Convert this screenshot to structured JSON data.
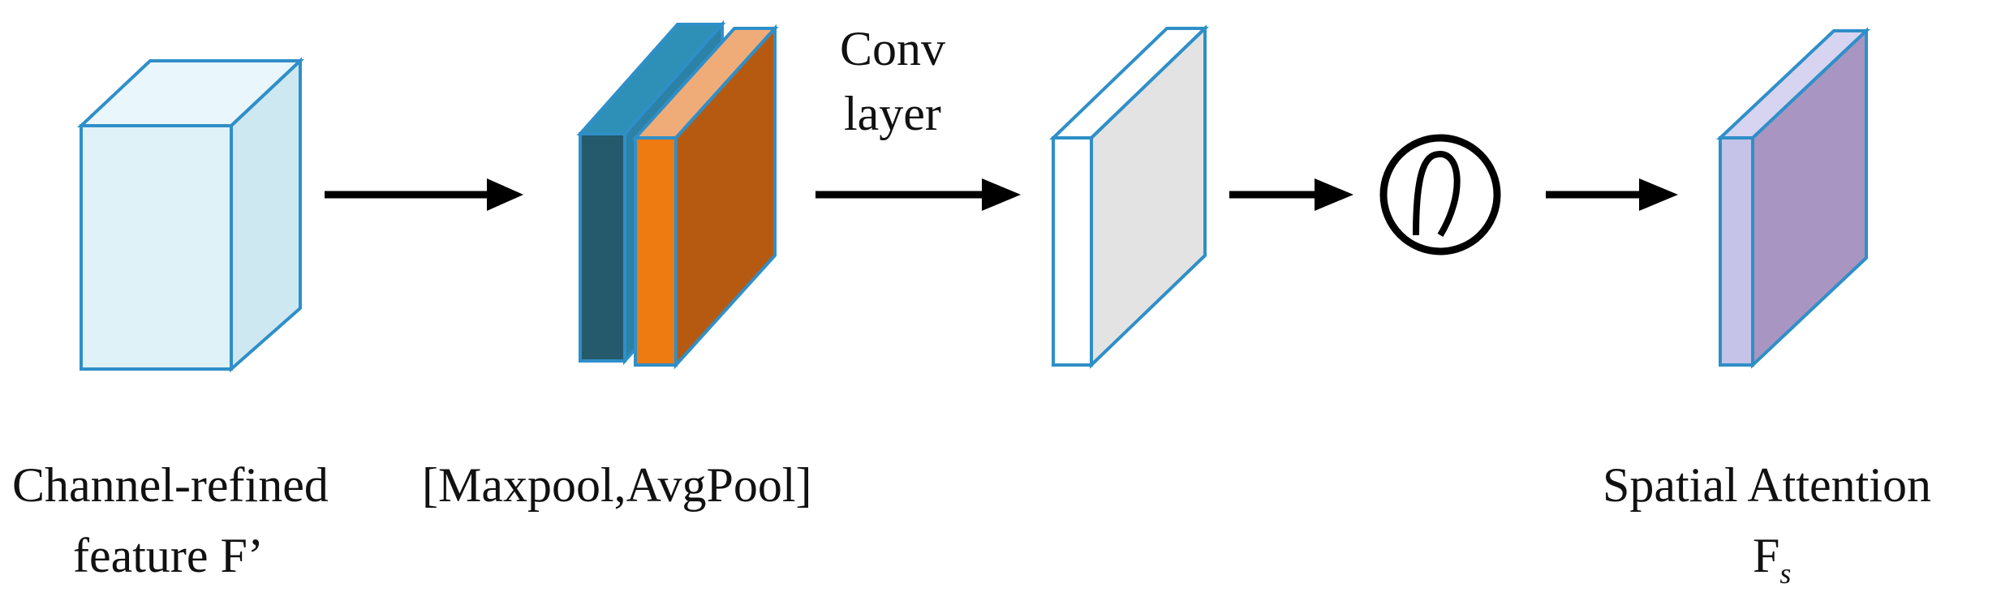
{
  "labels": {
    "input": [
      "Channel-refined",
      "feature F’"
    ],
    "pooling": "[Maxpool,AvgPool]",
    "conv": [
      "Conv",
      "layer"
    ],
    "output_line1": "Spatial Attention",
    "output_symbol": "F",
    "output_subscript": "s"
  },
  "colors": {
    "outline": "#2f8fc8",
    "input_front": "#dff2f8",
    "input_top": "#e9f6fb",
    "input_side": "#cde8f1",
    "maxpool_front": "#245a6b",
    "maxpool_top": "#2f90b7",
    "maxpool_side": "#2b81a6",
    "avgpool_front": "#ee7a12",
    "avgpool_top": "#f0ac78",
    "avgpool_side": "#b65a12",
    "conv_front": "#ffffff",
    "conv_side": "#e3e3e3",
    "attention_front": "#c5c3e8",
    "attention_top": "#d6d4f0",
    "attention_side": "#a895c2",
    "arrow": "#000000"
  },
  "icons": {
    "activation": "sigmoid-icon"
  }
}
